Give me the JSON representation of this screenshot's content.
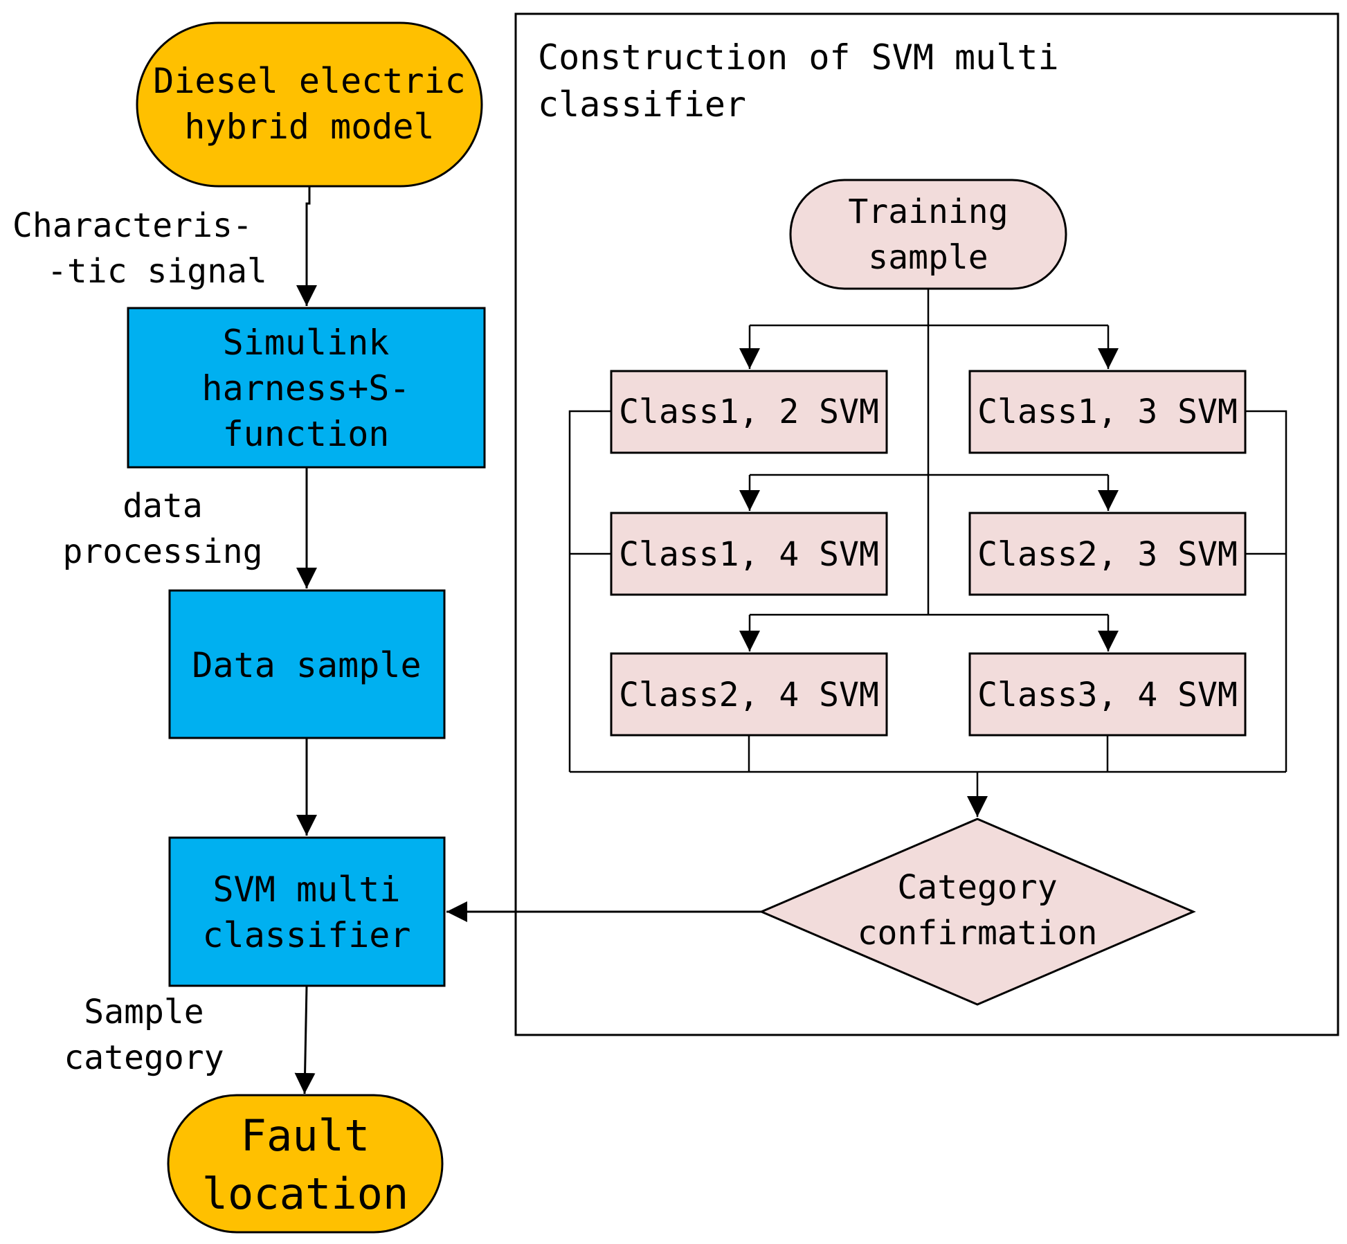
{
  "colors": {
    "terminal": "#FFC000",
    "process": "#00B0F0",
    "svm_node": "#F2DCDB",
    "stroke": "#000000"
  },
  "left_flow": {
    "start": {
      "line1": "Diesel electric",
      "line2": "hybrid model"
    },
    "edge_signal": {
      "line1": "Characteris-",
      "line2": "-tic signal"
    },
    "simulink": {
      "line1": "Simulink",
      "line2": "harness+S-",
      "line3": "function"
    },
    "edge_processing": {
      "line1": "data",
      "line2": "processing"
    },
    "data_sample": {
      "label": "Data sample"
    },
    "classifier": {
      "line1": "SVM multi",
      "line2": "classifier"
    },
    "edge_category": {
      "line1": "Sample",
      "line2": "category"
    },
    "end": {
      "line1": "Fault",
      "line2": "location"
    }
  },
  "construction_panel": {
    "title_line1": "Construction of SVM multi",
    "title_line2": "classifier",
    "training": {
      "line1": "Training",
      "line2": "sample"
    },
    "svms": {
      "c12": "Class1, 2 SVM",
      "c13": "Class1, 3 SVM",
      "c14": "Class1, 4 SVM",
      "c23": "Class2, 3 SVM",
      "c24": "Class2, 4 SVM",
      "c34": "Class3, 4 SVM"
    },
    "decision": {
      "line1": "Category",
      "line2": "confirmation"
    }
  }
}
